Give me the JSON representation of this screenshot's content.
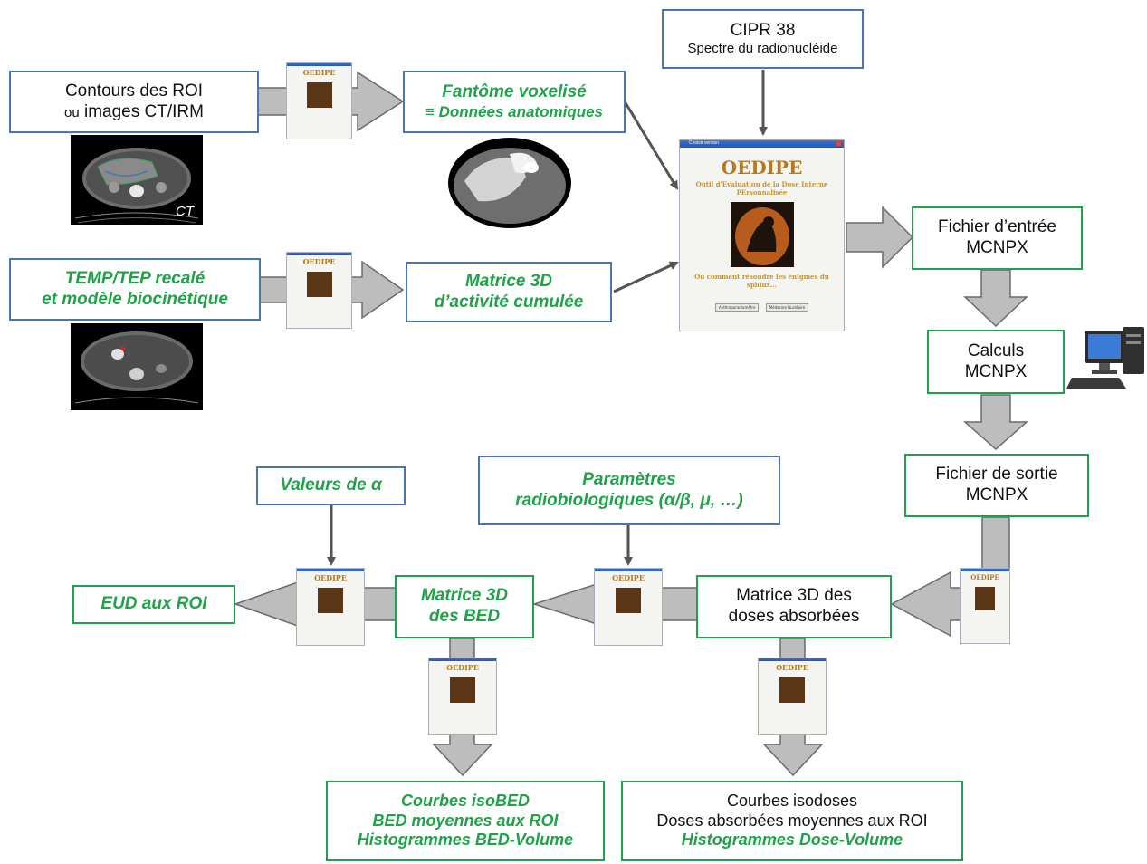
{
  "boxes": {
    "contours": {
      "line1": "Contours des ROI",
      "line2_small": "ou",
      "line2": " images CT/IRM"
    },
    "voxel": {
      "line1": "Fantôme voxelisé",
      "line2": "≡ Données anatomiques"
    },
    "cipr": {
      "line1": "CIPR 38",
      "line2": "Spectre du radionucléide"
    },
    "temp": {
      "line1": "TEMP/TEP recalé",
      "line2": "et modèle biocinétique"
    },
    "matrice_activite": {
      "line1": "Matrice 3D",
      "line2": "d’activité cumulée"
    },
    "fichier_entree": {
      "line1": "Fichier d’entrée",
      "line2": "MCNPX"
    },
    "calculs": {
      "line1": "Calculs",
      "line2": "MCNPX"
    },
    "fichier_sortie": {
      "line1": "Fichier de sortie",
      "line2": "MCNPX"
    },
    "valeurs_alpha": {
      "line1": "Valeurs de α"
    },
    "parametres": {
      "line1": "Paramètres",
      "line2": "radiobiologiques (α/β, μ, …)"
    },
    "matrice_doses": {
      "line1": "Matrice 3D des",
      "line2": "doses absorbées"
    },
    "matrice_bed": {
      "line1": "Matrice 3D",
      "line2": "des BED"
    },
    "eud": {
      "line1": "EUD aux ROI"
    },
    "courbes_bed": {
      "line1": "Courbes isoBED",
      "line2": "BED moyennes aux ROI",
      "line3": "Histogrammes BED-Volume"
    },
    "courbes_doses": {
      "line1": "Courbes isodoses",
      "line2": "Doses absorbées moyennes aux ROI",
      "line3": "Histogrammes Dose-Volume"
    }
  },
  "ct_label": "CT",
  "software": {
    "window_title": "Choisir version",
    "logo": "OEDIPE",
    "subtitle": "Outil d'Evaluation de la Dose Interne PErsonnalisée",
    "arc_text": "Ou comment résoudre les énigmes du sphinx...",
    "button1": "Anthroporadiamètre",
    "button2": "Médecine Nucléaire"
  },
  "colors": {
    "blue_border": "#4a74b4",
    "green": "#1fa24a",
    "arrow_fill": "#bdbdbd",
    "arrow_stroke": "#555555"
  }
}
